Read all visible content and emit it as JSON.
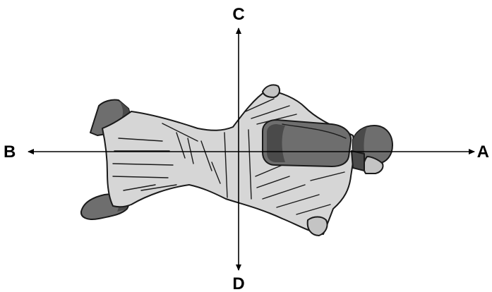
{
  "figure": {
    "axes": {
      "right": {
        "label": "A"
      },
      "left": {
        "label": "B"
      },
      "up": {
        "label": "C"
      },
      "down": {
        "label": "D"
      }
    },
    "colors": {
      "suit": "#d6d6d6",
      "gear": "#6e6e6e",
      "gear_dark": "#4a4a4a",
      "line": "#1a1a1a",
      "arrow": "#000000"
    },
    "subject": "wingsuit-flyer"
  }
}
